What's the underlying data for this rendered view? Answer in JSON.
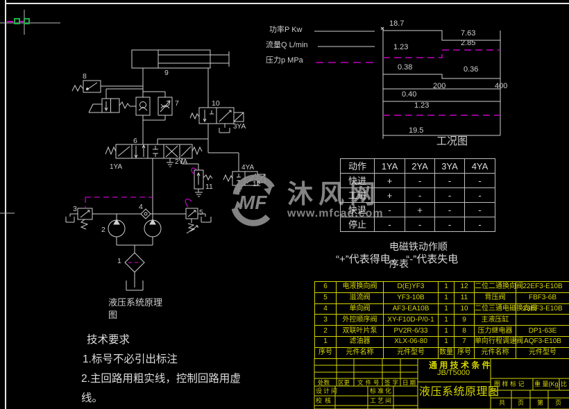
{
  "watermark": {
    "logo_text": "MF",
    "brand": "沐风网",
    "url": "www.mfcad.com"
  },
  "legend": {
    "items": [
      {
        "label": "功率P Kw",
        "style": "solid"
      },
      {
        "label": "流量Q L/min",
        "style": "solid"
      },
      {
        "label": "压力p MPa",
        "style": "dashed"
      }
    ]
  },
  "chart_data": {
    "type": "line",
    "title": "工况图",
    "xlabel": "",
    "ylabel": "",
    "x_ticks": [
      "200",
      "400"
    ],
    "series": [
      {
        "name": "功率P Kw",
        "style": "solid",
        "values": [
          {
            "x": "0-200",
            "v": "18.7"
          },
          {
            "x": "200-400",
            "v": "7.63"
          }
        ]
      },
      {
        "name": "压力p MPa",
        "style": "dashed",
        "values": [
          {
            "x": "0-200",
            "v": "1.23"
          },
          {
            "x": "200-400",
            "v": "2.85"
          }
        ]
      },
      {
        "name": "流量Q L/min",
        "style": "solid",
        "values": [
          {
            "x": "0-200",
            "v": "0.38"
          },
          {
            "x": "200-400",
            "v": "0.36"
          }
        ]
      }
    ],
    "bottom_labels": [
      "0.40",
      "1.23",
      "19.5"
    ]
  },
  "action_table": {
    "headers": [
      "动作",
      "1YA",
      "2YA",
      "3YA",
      "4YA"
    ],
    "rows": [
      {
        "name": "快进",
        "cells": [
          "+",
          "-",
          "-",
          "-"
        ]
      },
      {
        "name": "工进",
        "cells": [
          "+",
          "-",
          "-",
          "-"
        ]
      },
      {
        "name": "快退",
        "cells": [
          "-",
          "+",
          "-",
          "-"
        ]
      },
      {
        "name": "停止",
        "cells": [
          "-",
          "-",
          "-",
          "-"
        ]
      }
    ]
  },
  "solenoid_note": {
    "title": "电磁铁动作顺序表",
    "note": "“+”代表得电，　“-”代表失电"
  },
  "parts_table": {
    "headers": [
      "序号",
      "元件名称",
      "元件型号",
      "数量"
    ],
    "left_rows": [
      {
        "no": "6",
        "name": "电液换向阀",
        "model": "D(E)YF3",
        "qty": "1"
      },
      {
        "no": "5",
        "name": "溢流阀",
        "model": "YF3-10B",
        "qty": "1"
      },
      {
        "no": "4",
        "name": "单向阀",
        "model": "AF3-EA10B",
        "qty": "1"
      },
      {
        "no": "3",
        "name": "外控顺序阀",
        "model": "XY-F10D-P/0-1",
        "qty": "1"
      },
      {
        "no": "2",
        "name": "双联叶片泵",
        "model": "PV2R-6/33",
        "qty": "1"
      },
      {
        "no": "1",
        "name": "滤油器",
        "model": "XLX-06-80",
        "qty": "1"
      }
    ],
    "right_rows": [
      {
        "no": "12",
        "name": "二位二通换向阀",
        "model": "22EF3-E10B"
      },
      {
        "no": "11",
        "name": "背压阀",
        "model": "FBF3-6B"
      },
      {
        "no": "10",
        "name": "二位三通电磁换向阀",
        "model": "23EF3-E10B"
      },
      {
        "no": "9",
        "name": "主液压缸",
        "model": ""
      },
      {
        "no": "8",
        "name": "压力继电器",
        "model": "DP1-63E"
      },
      {
        "no": "7",
        "name": "单向行程调速阀",
        "model": "AQF3-E10B"
      }
    ]
  },
  "title_block": {
    "spec_line1": "通 用 技 术 条 件",
    "spec_line2": "JB/T5000",
    "drawing_title": "液压系统原理图",
    "rev_headers": [
      "处数",
      "区更",
      "文件号",
      "签字",
      "日期"
    ],
    "roles": {
      "design": "设计间",
      "standard": "标准化",
      "check": "校核",
      "process": "工艺间"
    },
    "right": {
      "mark": "图 样 标 记",
      "weight": "重 量(Kg)",
      "scale": "比 例",
      "total": "共",
      "page1": "页",
      "no": "第",
      "page2": "页"
    }
  },
  "tech_req": {
    "title": "技术要求",
    "items": [
      "1.标号不必引出标注",
      "2.主回路用粗实线，控制回路用虚线。"
    ]
  },
  "schematic": {
    "caption": "液压系统原理图",
    "labels": {
      "n1": "1",
      "n2": "2",
      "n3": "3",
      "n4": "4",
      "n5": "5",
      "n6": "6",
      "n7": "7",
      "n8": "8",
      "n9": "9",
      "n10": "10",
      "n11": "11",
      "n12": "12",
      "ya1": "1YA",
      "ya2": "2YA",
      "ya3": "3YA",
      "ya4": "4YA"
    }
  }
}
